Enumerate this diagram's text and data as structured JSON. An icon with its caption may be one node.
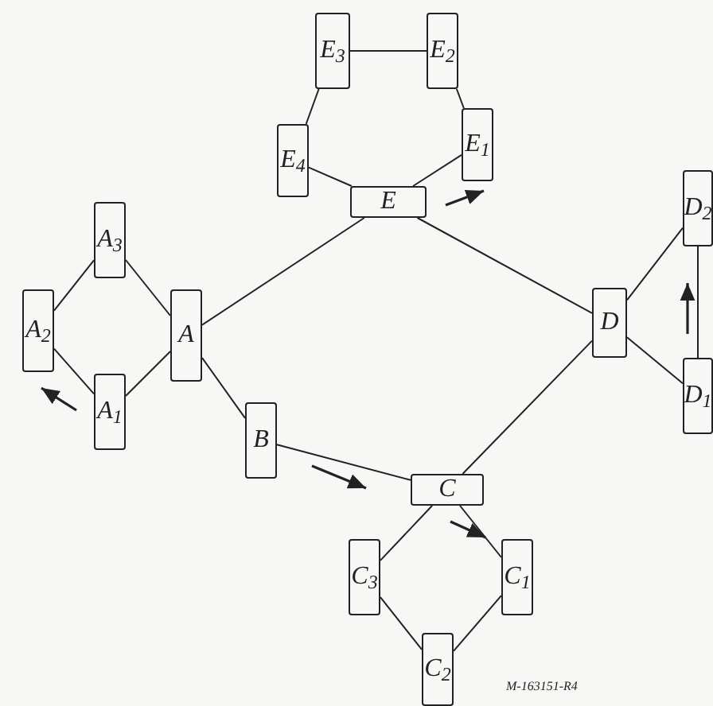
{
  "diagram": {
    "nodes": [
      {
        "text": [
          "A$_{3}$"
        ]
      },
      {
        "text": [
          "A$_{2}$"
        ]
      },
      {
        "text": [
          "A"
        ]
      },
      {
        "text": [
          "A$_{1}$"
        ]
      },
      {
        "text": [
          "E$_{3}$"
        ]
      },
      {
        "text": [
          "E$_{2}$"
        ]
      },
      {
        "text": [
          "E$_{4}$"
        ]
      },
      {
        "text": [
          "E$_{1}$"
        ]
      },
      {
        "text": [
          "E"
        ]
      },
      {
        "text": [
          "D"
        ]
      },
      {
        "text": [
          "D$_{2}$"
        ]
      },
      {
        "text": [
          "D$_{1}$"
        ]
      },
      {
        "text": [
          "B"
        ]
      },
      {
        "text": [
          "C"
        ]
      },
      {
        "text": [
          "C$_{3}$"
        ]
      },
      {
        "text": [
          "C$_{1}$"
        ]
      },
      {
        "text": [
          "C$_{2}$"
        ]
      }
    ],
    "edges": [
      {
        "from": 0,
        "to": 1,
        "arrow": "none"
      },
      {
        "from": 0,
        "to": 2,
        "arrow": "none"
      },
      {
        "from": 1,
        "to": 3,
        "arrow": "none"
      },
      {
        "from": 3,
        "to": 2,
        "arrow": "none"
      },
      {
        "from": 2,
        "to": 8,
        "arrow": "none"
      },
      {
        "from": 2,
        "to": 12,
        "arrow": "none"
      },
      {
        "from": 12,
        "to": 13,
        "arrow": "none"
      },
      {
        "from": 13,
        "to": 14,
        "arrow": "none"
      },
      {
        "from": 13,
        "to": 15,
        "arrow": "none"
      },
      {
        "from": 14,
        "to": 16,
        "arrow": "none"
      },
      {
        "from": 15,
        "to": 16,
        "arrow": "none"
      },
      {
        "from": 13,
        "to": 9,
        "arrow": "none"
      },
      {
        "from": 9,
        "to": 8,
        "arrow": "none"
      },
      {
        "from": 8,
        "to": 6,
        "arrow": "none"
      },
      {
        "from": 6,
        "to": 4,
        "arrow": "none"
      },
      {
        "from": 4,
        "to": 5,
        "arrow": "none"
      },
      {
        "from": 5,
        "to": 7,
        "arrow": "none"
      },
      {
        "from": 7,
        "to": 8,
        "arrow": "none"
      },
      {
        "from": 9,
        "to": 10,
        "arrow": "none"
      },
      {
        "from": 9,
        "to": 11,
        "arrow": "none"
      },
      {
        "from": 10,
        "to": 11,
        "arrow": "none"
      }
    ],
    "labels": [
      "M-163151-R4"
    ]
  }
}
